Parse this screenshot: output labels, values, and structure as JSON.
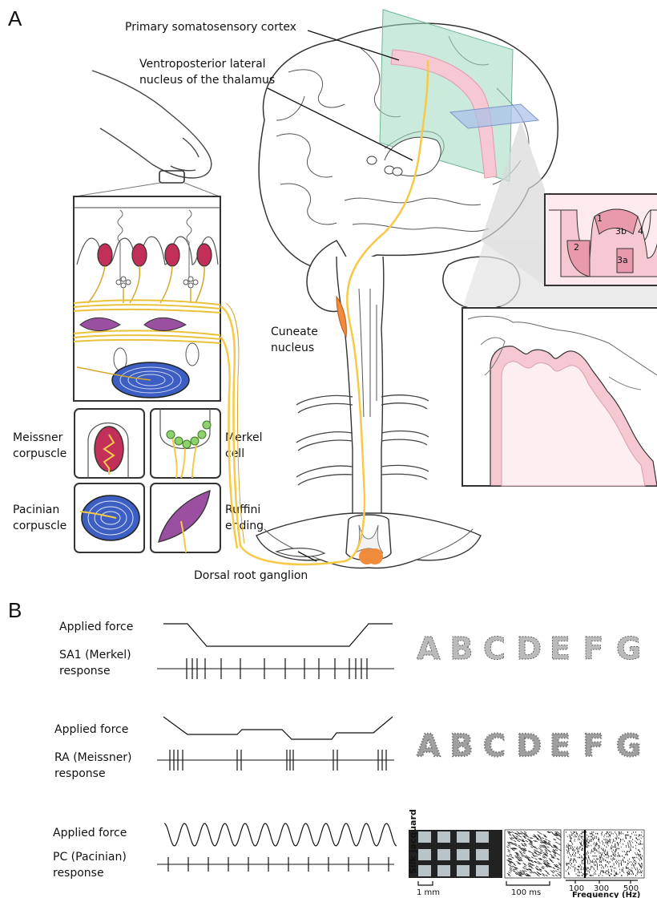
{
  "panel_a": {
    "letter": "A",
    "cortex_label": "Primary somatosensory cortex",
    "thalamus_label_1": "Ventroposterior lateral",
    "thalamus_label_2": "nucleus of the thalamus",
    "cuneate_label_1": "Cuneate",
    "cuneate_label_2": "nucleus",
    "drg_label": "Dorsal root ganglion",
    "meissner_label_1": "Meissner",
    "meissner_label_2": "corpuscle",
    "merkel_label_1": "Merkel",
    "merkel_label_2": "cell",
    "pacinian_label_1": "Pacinian",
    "pacinian_label_2": "corpuscle",
    "ruffini_label_1": "Ruffini",
    "ruffini_label_2": "ending",
    "area_labels": [
      "1",
      "2",
      "3b",
      "3a",
      "4"
    ]
  },
  "panel_b": {
    "letter": "B",
    "rows": [
      {
        "force_label": "Applied force",
        "resp_label_1": "SA1 (Merkel)",
        "resp_label_2": "response"
      },
      {
        "force_label": "Applied force",
        "resp_label_1": "RA (Meissner)",
        "resp_label_2": "response"
      },
      {
        "force_label": "Applied force",
        "resp_label_1": "PC (Pacinian)",
        "resp_label_2": "response"
      }
    ],
    "letters": [
      "A",
      "B",
      "C",
      "D",
      "E",
      "F",
      "G"
    ],
    "texture_label": "Silk jacquard",
    "scale_1mm": "1 mm",
    "scale_100ms": "100 ms",
    "freq_ticks": [
      "100",
      "300",
      "500"
    ],
    "freq_label": "Frequency (Hz)"
  },
  "colors": {
    "axon": "#f7c948",
    "nucleus": "#f08a3c",
    "meissner": "#c2305a",
    "pacinian": "#3d5fc4",
    "ruffini": "#9a4fa0",
    "merkel": "#8fd16a",
    "cortex_pink": "#f6c9d2",
    "plane_green": "#9fd8c0",
    "plane_blue": "#a9bfe8"
  }
}
